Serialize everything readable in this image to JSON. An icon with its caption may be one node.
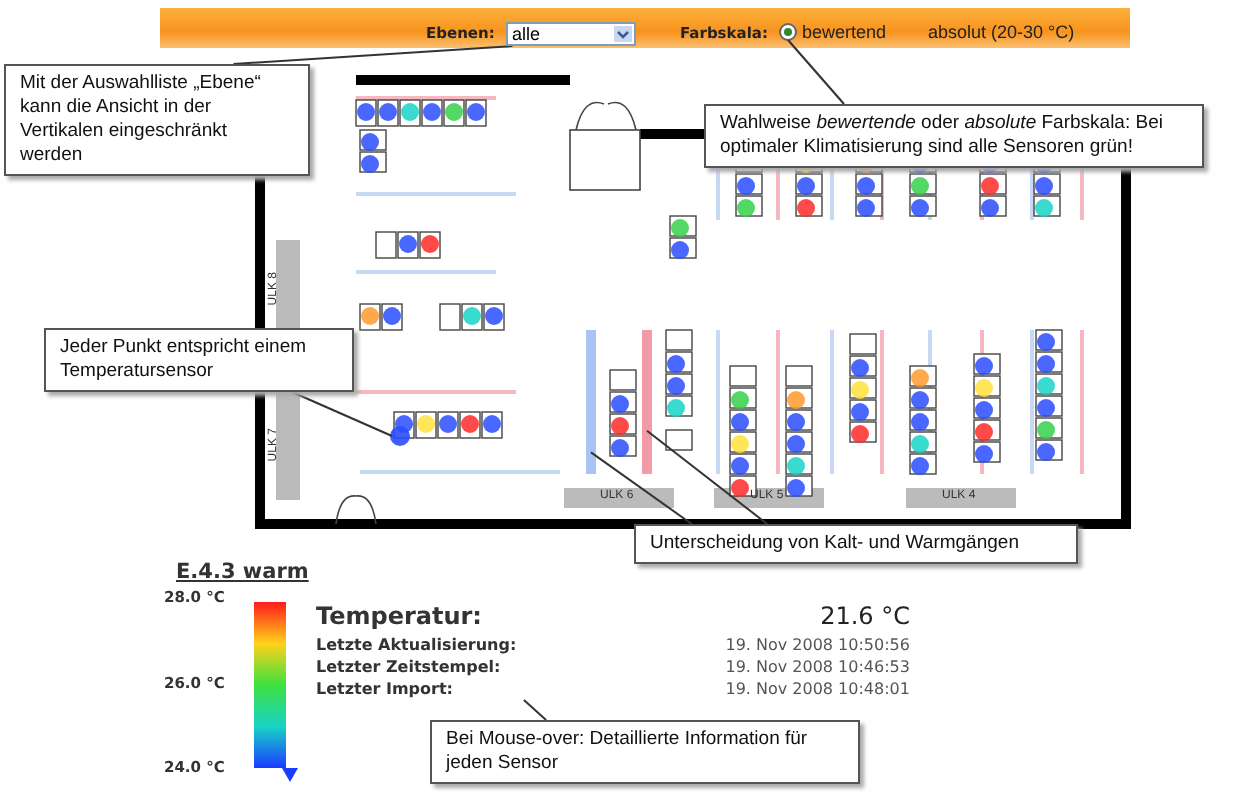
{
  "diagram": {
    "nodes": [
      {
        "text": [
          "Mit der Auswahlliste „Ebene“ kann die Ansicht in der Vertikalen eingeschränkt werden"
        ]
      },
      {
        "text": [
          "alle"
        ]
      },
      {
        "text": [
          "Wahlweise *bewertende* oder *absolute* Farbskala: Bei optimaler Klimatisierung sind alle Sensoren grün!"
        ]
      },
      {
        "text": [],
        "shape": "circle"
      },
      {
        "text": [
          "Jeder Punkt entspricht einem Temperatursensor"
        ]
      },
      {
        "text": [],
        "shape": "circle"
      },
      {
        "text": [
          "Unterscheidung von Kalt- und Warmgängen"
        ]
      },
      {
        "text": [],
        "shape": "bar"
      },
      {
        "text": [],
        "shape": "bar"
      },
      {
        "text": [
          "Temperatur:",
          "21.6 °C",
          "Letzte Aktualisierung:",
          "19. Nov 2008 10:50:56",
          "Letzter Zeitstempel:",
          "19. Nov 2008 10:46:53",
          "Letzter Import:",
          "19. Nov 2008 10:48:01"
        ]
      },
      {
        "text": [
          "Bei Mouse-over: Detaillierte Information für jeden Sensor"
        ]
      }
    ],
    "edges": [
      {
        "from": 0,
        "to": 1,
        "arrow": "none"
      },
      {
        "from": 2,
        "to": 3,
        "arrow": "none"
      },
      {
        "from": 4,
        "to": 5,
        "arrow": "none"
      },
      {
        "from": 6,
        "to": 7,
        "arrow": "none"
      },
      {
        "from": 6,
        "to": 8,
        "arrow": "none"
      },
      {
        "from": 10,
        "to": 9,
        "arrow": "none"
      }
    ],
    "labels": [
      "Ebenen:",
      "Farbskala:",
      "bewertend",
      "absolut (20-30 °C)",
      "ULK 8",
      "ULK 7",
      "ULK 6",
      "ULK 5",
      "ULK 4",
      "E.4.3 warm",
      "28.0 °C",
      "26.0 °C",
      "24.0 °C"
    ]
  }
}
